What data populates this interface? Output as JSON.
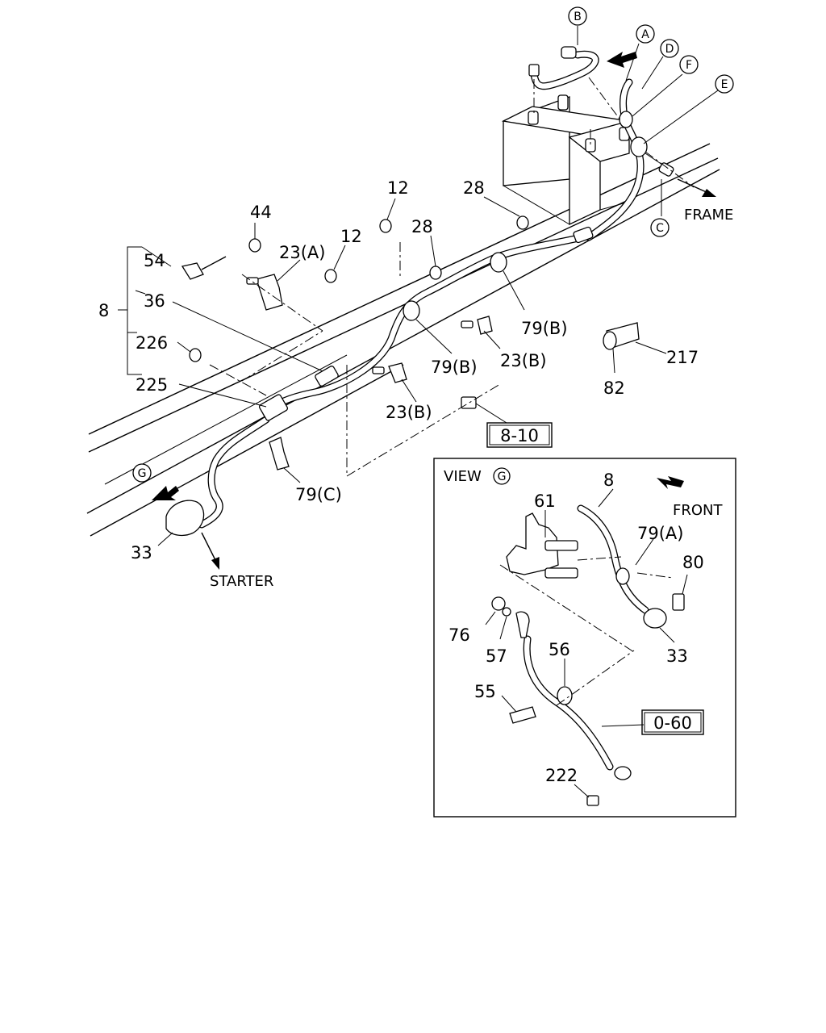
{
  "callouts": {
    "b": "B",
    "a": "A",
    "d": "D",
    "f": "F",
    "e": "E",
    "c": "C",
    "g": "G"
  },
  "labels": {
    "frame": "FRAME",
    "starter": "STARTER",
    "n12a": "12",
    "n12b": "12",
    "n28a": "28",
    "n28b": "28",
    "n44": "44",
    "n54": "54",
    "n23a": "23(A)",
    "n36": "36",
    "n8": "8",
    "n226": "226",
    "n225": "225",
    "n79b_1": "79(B)",
    "n79b_2": "79(B)",
    "n23b_1": "23(B)",
    "n23b_2": "23(B)",
    "n79c": "79(C)",
    "n33": "33",
    "n217": "217",
    "n82": "82",
    "ref810": "8-10"
  },
  "view_g": {
    "title": "VIEW",
    "front": "FRONT",
    "n8": "8",
    "n61": "61",
    "n79a": "79(A)",
    "n80": "80",
    "n76": "76",
    "n57": "57",
    "n56": "56",
    "n33": "33",
    "n55": "55",
    "ref060": "0-60",
    "n222": "222"
  }
}
